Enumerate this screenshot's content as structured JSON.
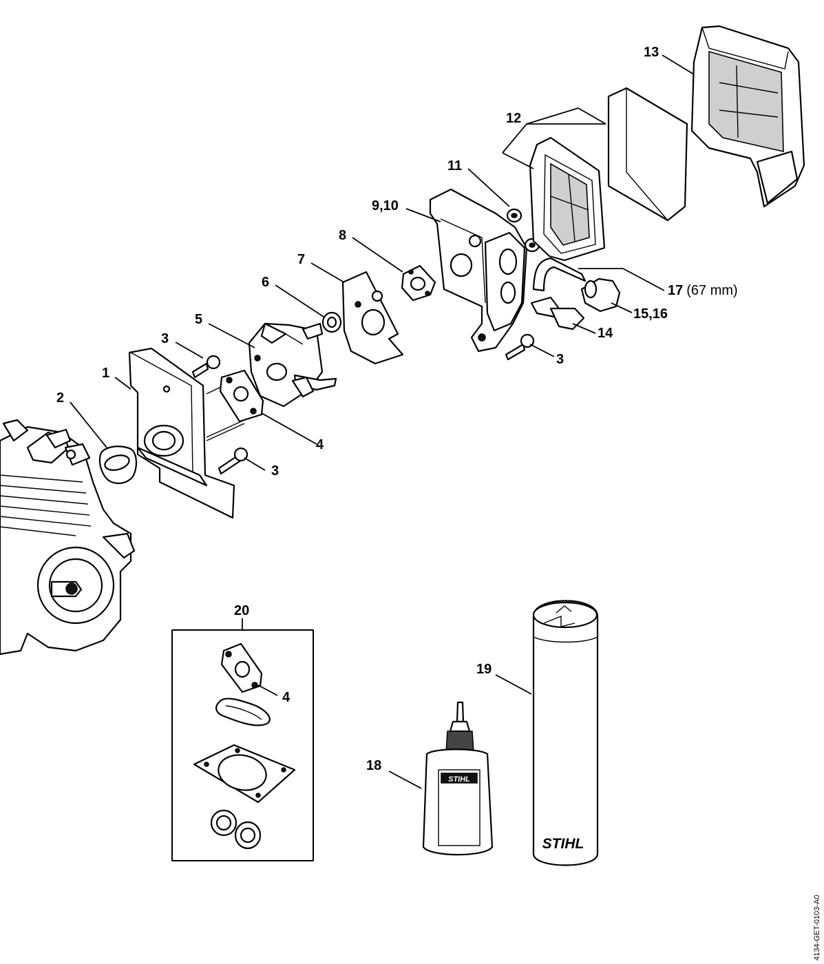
{
  "callouts": [
    {
      "id": "c1",
      "label": "1"
    },
    {
      "id": "c2",
      "label": "2"
    },
    {
      "id": "c3a",
      "label": "3"
    },
    {
      "id": "c3b",
      "label": "3"
    },
    {
      "id": "c3c",
      "label": "3"
    },
    {
      "id": "c4a",
      "label": "4"
    },
    {
      "id": "c4b",
      "label": "4"
    },
    {
      "id": "c5",
      "label": "5"
    },
    {
      "id": "c6",
      "label": "6"
    },
    {
      "id": "c7",
      "label": "7"
    },
    {
      "id": "c8",
      "label": "8"
    },
    {
      "id": "c910",
      "label": "9,10"
    },
    {
      "id": "c11",
      "label": "11"
    },
    {
      "id": "c12",
      "label": "12"
    },
    {
      "id": "c13",
      "label": "13"
    },
    {
      "id": "c14",
      "label": "14"
    },
    {
      "id": "c1516",
      "label": "15,16"
    },
    {
      "id": "c17",
      "label": "17",
      "suffix": "(67 mm)"
    },
    {
      "id": "c18",
      "label": "18"
    },
    {
      "id": "c19",
      "label": "19"
    },
    {
      "id": "c20",
      "label": "20"
    }
  ],
  "brand_label": "STIHL",
  "document_id": "4134-GET-0103-A0"
}
